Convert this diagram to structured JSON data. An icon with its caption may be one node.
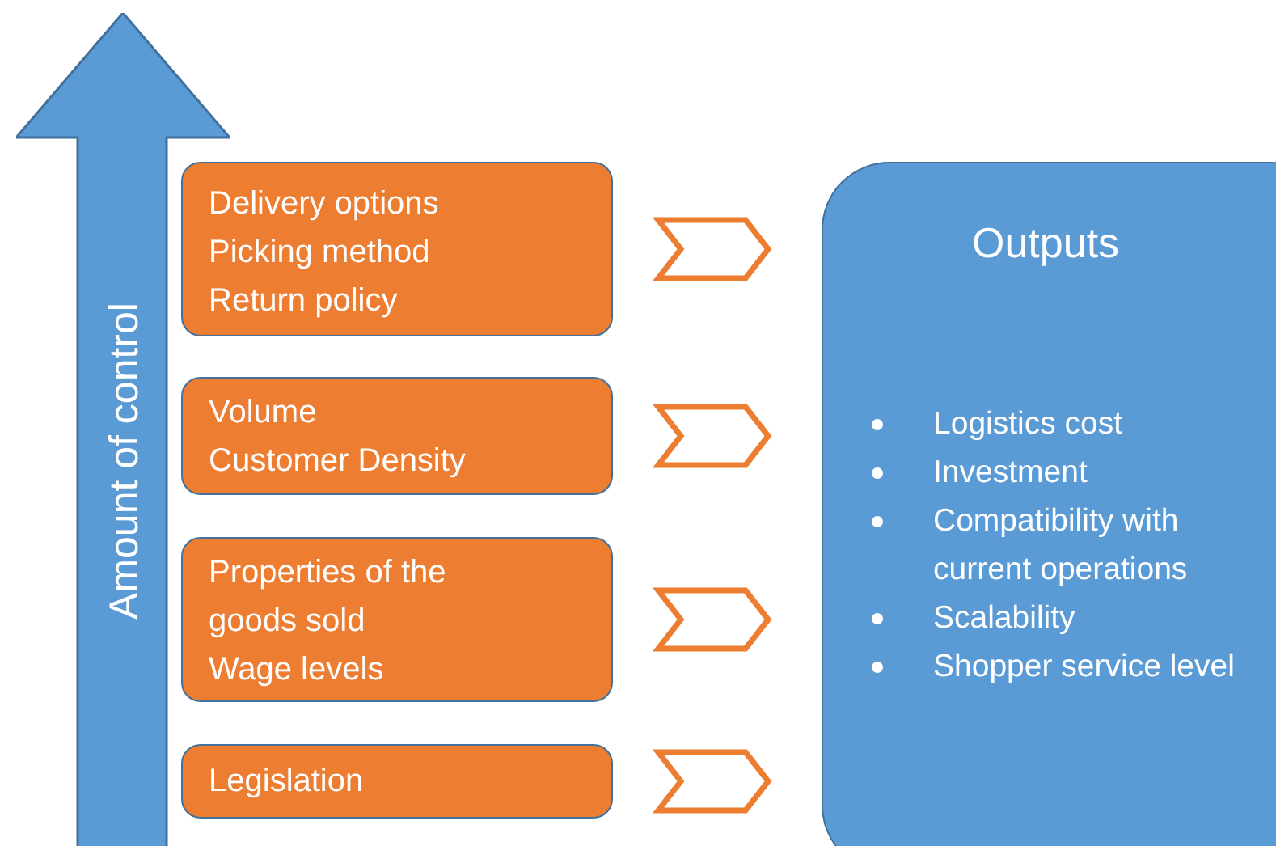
{
  "diagram": {
    "nodes": [
      {
        "text": [
          "Amount of control"
        ]
      },
      {
        "text": [
          "Delivery options",
          "Picking method",
          "Return policy"
        ]
      },
      {
        "text": [
          "Volume",
          "Customer Density"
        ]
      },
      {
        "text": [
          "Properties of the goods sold",
          "Wage levels"
        ]
      },
      {
        "text": [
          "Legislation"
        ]
      },
      {
        "text": [
          "Outputs",
          "Logistics cost",
          "Investment",
          "Compatibility with current operations",
          "Scalability",
          "Shopper service level"
        ]
      }
    ],
    "edges": [
      {
        "from": 1,
        "to": 5,
        "arrow": "to"
      },
      {
        "from": 2,
        "to": 5,
        "arrow": "to"
      },
      {
        "from": 3,
        "to": 5,
        "arrow": "to"
      },
      {
        "from": 4,
        "to": 5,
        "arrow": "to"
      }
    ]
  }
}
